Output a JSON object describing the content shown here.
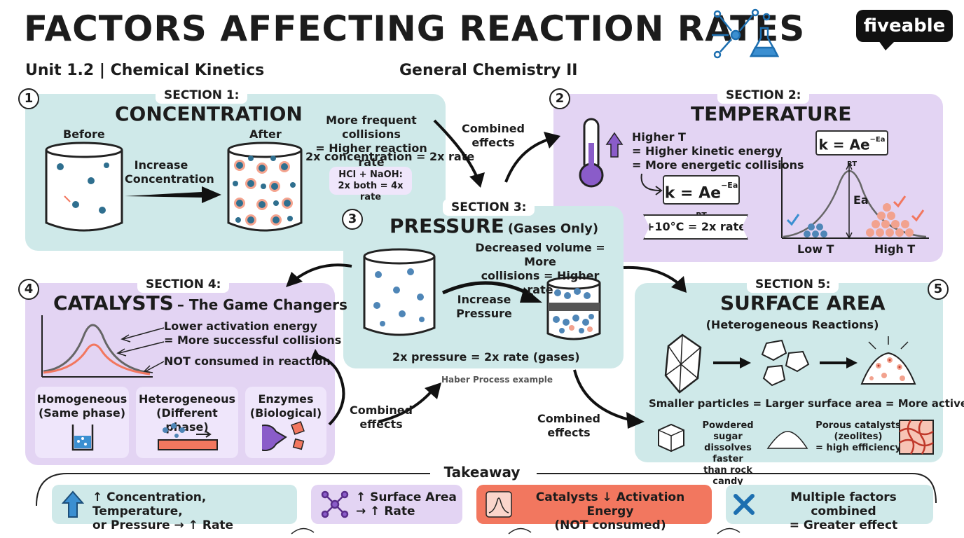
{
  "header": {
    "title_part1": "FACTORS AFFECTING ",
    "title_part2": "REACTION RATES",
    "unit": "Unit 1.2 | Chemical Kinetics",
    "course": "General Chemistry II",
    "logo": "fiveable"
  },
  "concentration": {
    "number": "1",
    "section": "SECTION 1:",
    "title": "CONCENTRATION",
    "before": "Before",
    "after": "After",
    "arrow_label": "Increase\nConcentration",
    "note1": "More frequent collisions\n= Higher reaction rate",
    "note2": "2x concentration = 2x rate",
    "example": "HCl + NaOH:\n2x both = 4x rate"
  },
  "temperature": {
    "number": "2",
    "section": "SECTION 2:",
    "title": "TEMPERATURE",
    "note": "Higher T\n= Higher kinetic energy\n= More energetic collisions",
    "eq_k": "k = Ae",
    "eq_exp": "−Ea",
    "eq_den": "RT",
    "rule": "+10°C = 2x rate",
    "ea": "Ea",
    "low": "Low T",
    "high": "High T"
  },
  "pressure": {
    "number": "3",
    "section": "SECTION 3:",
    "title": "PRESSURE",
    "title_sub": "(Gases Only)",
    "note": "Decreased volume = More\ncollisions = Higher rate",
    "arrow_label": "Increase\nPressure",
    "rule": "2x pressure = 2x rate (gases)",
    "example": "Haber Process example"
  },
  "catalysts": {
    "number": "4",
    "section": "SECTION 4:",
    "title": "CATALYSTS",
    "title_sub": "– The Game Changers",
    "note1": "Lower activation energy\n= More successful collisions",
    "note2": "NOT consumed in reaction",
    "types": [
      {
        "label": "Homogeneous\n(Same phase)"
      },
      {
        "label": "Heterogeneous\n(Different phase)"
      },
      {
        "label": "Enzymes\n(Biological)"
      }
    ]
  },
  "surface": {
    "number": "5",
    "section": "SECTION 5:",
    "title": "SURFACE AREA",
    "subtitle": "(Heterogeneous Reactions)",
    "note": "Smaller particles = Larger surface area = More active sites",
    "ex1": "Powdered sugar\ndissolves faster\nthan rock candy",
    "ex2": "Porous catalysts\n(zeolites)\n= high efficiency"
  },
  "connectors": {
    "combined1": "Combined\neffects",
    "combined2": "Combined\neffects",
    "combined3": "Combined\neffects"
  },
  "takeaway": {
    "label": "Takeaway",
    "items": [
      {
        "text": "↑ Concentration, Temperature,\nor Pressure → ↑ Rate"
      },
      {
        "text": "↑ Surface Area\n→ ↑ Rate"
      },
      {
        "text": "Catalysts ↓ Activation Energy\n(NOT consumed)"
      },
      {
        "text": "Multiple factors combined\n= Greater effect"
      }
    ]
  },
  "colors": {
    "teal": "#cfe9e9",
    "lavender": "#e3d4f3",
    "accent_blue": "#3b8fd1",
    "coral": "#f2775f",
    "purple": "#8a5cc9"
  }
}
